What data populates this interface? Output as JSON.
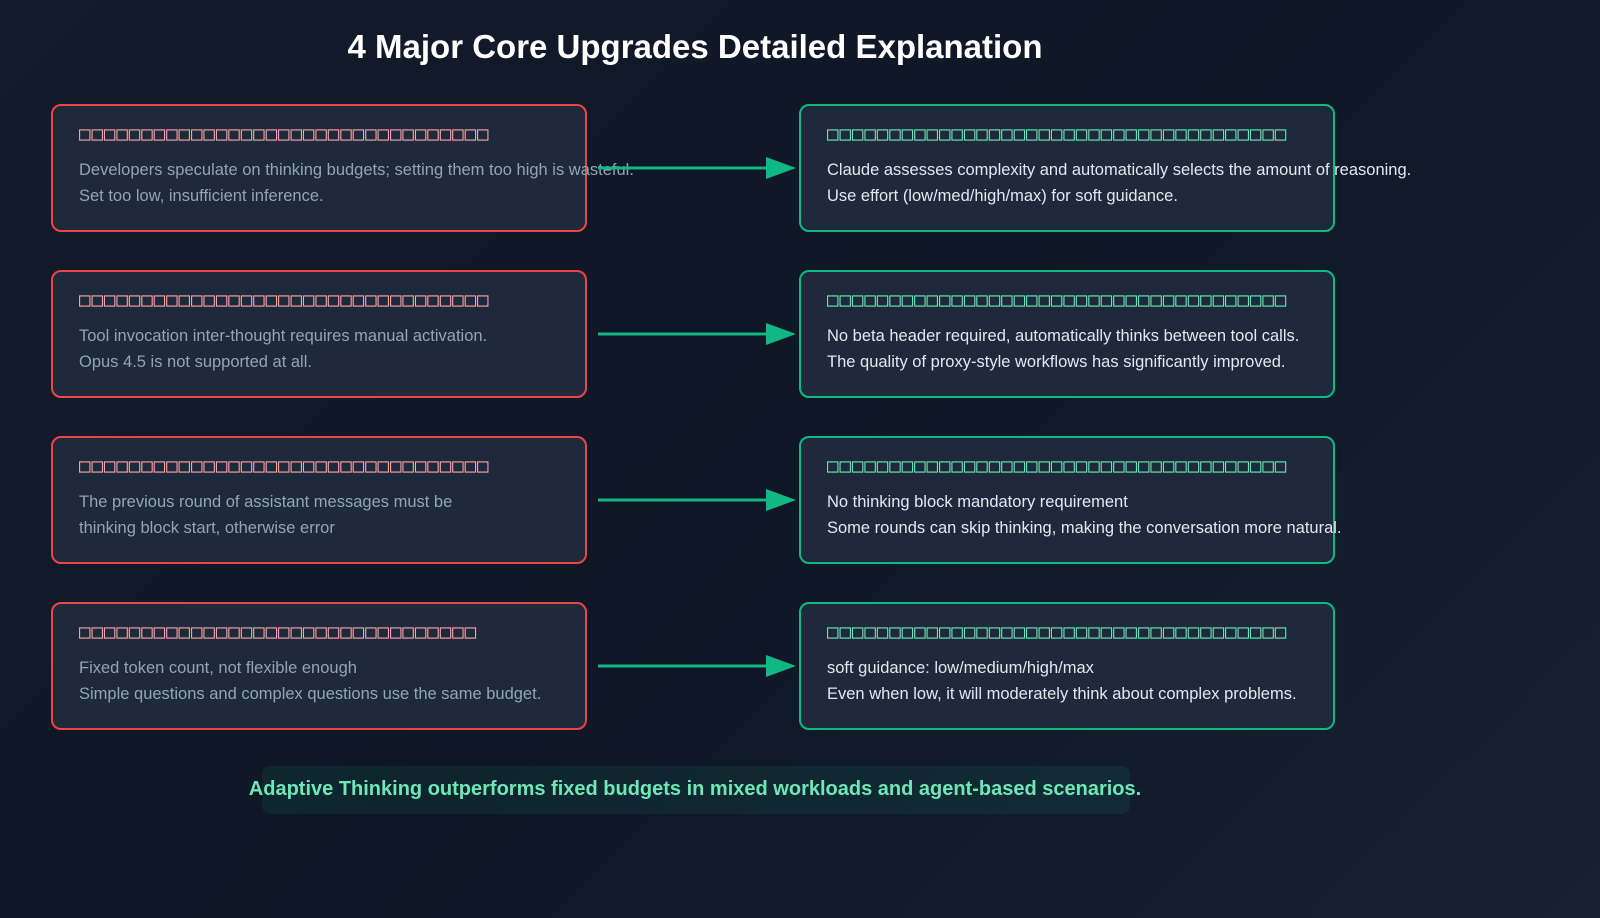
{
  "title": "4 Major Core Upgrades Detailed Explanation",
  "colors": {
    "background": "#131b2c",
    "old_border": "#ef4444",
    "new_border": "#10b981",
    "old_heading": "#fca5a5",
    "new_heading": "#6ee7b7",
    "arrow": "#10b981",
    "summary_text": "#6ee7b7"
  },
  "rows": [
    {
      "old": {
        "heading": "□□□□□□□□□□□□□□□□□□□□□□□□□□□□□□□□□",
        "lines": [
          "Developers speculate on thinking budgets; setting them too high is wasteful.",
          "Set too low, insufficient inference."
        ]
      },
      "new": {
        "heading": "□□□□□□□□□□□□□□□□□□□□□□□□□□□□□□□□□□□□□",
        "lines": [
          "Claude assesses complexity and automatically selects the amount of reasoning.",
          "Use effort (low/med/high/max) for soft guidance."
        ]
      }
    },
    {
      "old": {
        "heading": "□□□□□□□□□□□□□□□□□□□□□□□□□□□□□□□□□",
        "lines": [
          "Tool invocation inter-thought requires manual activation.",
          "Opus 4.5 is not supported at all."
        ]
      },
      "new": {
        "heading": "□□□□□□□□□□□□□□□□□□□□□□□□□□□□□□□□□□□□□",
        "lines": [
          "No beta header required, automatically thinks between tool calls.",
          "The quality of proxy-style workflows has significantly improved."
        ]
      }
    },
    {
      "old": {
        "heading": "□□□□□□□□□□□□□□□□□□□□□□□□□□□□□□□□□",
        "lines": [
          "The previous round of assistant messages must be",
          "thinking block start, otherwise error"
        ]
      },
      "new": {
        "heading": "□□□□□□□□□□□□□□□□□□□□□□□□□□□□□□□□□□□□□",
        "lines": [
          "No thinking block mandatory requirement",
          "Some rounds can skip thinking, making the conversation more natural."
        ]
      }
    },
    {
      "old": {
        "heading": "□□□□□□□□□□□□□□□□□□□□□□□□□□□□□□□□",
        "lines": [
          "Fixed token count, not flexible enough",
          "Simple questions and complex questions use the same budget."
        ]
      },
      "new": {
        "heading": "□□□□□□□□□□□□□□□□□□□□□□□□□□□□□□□□□□□□□",
        "lines": [
          "soft guidance: low/medium/high/max",
          "Even when low, it will moderately think about complex problems."
        ]
      }
    }
  ],
  "summary": "Adaptive Thinking outperforms fixed budgets in mixed workloads and agent-based scenarios."
}
